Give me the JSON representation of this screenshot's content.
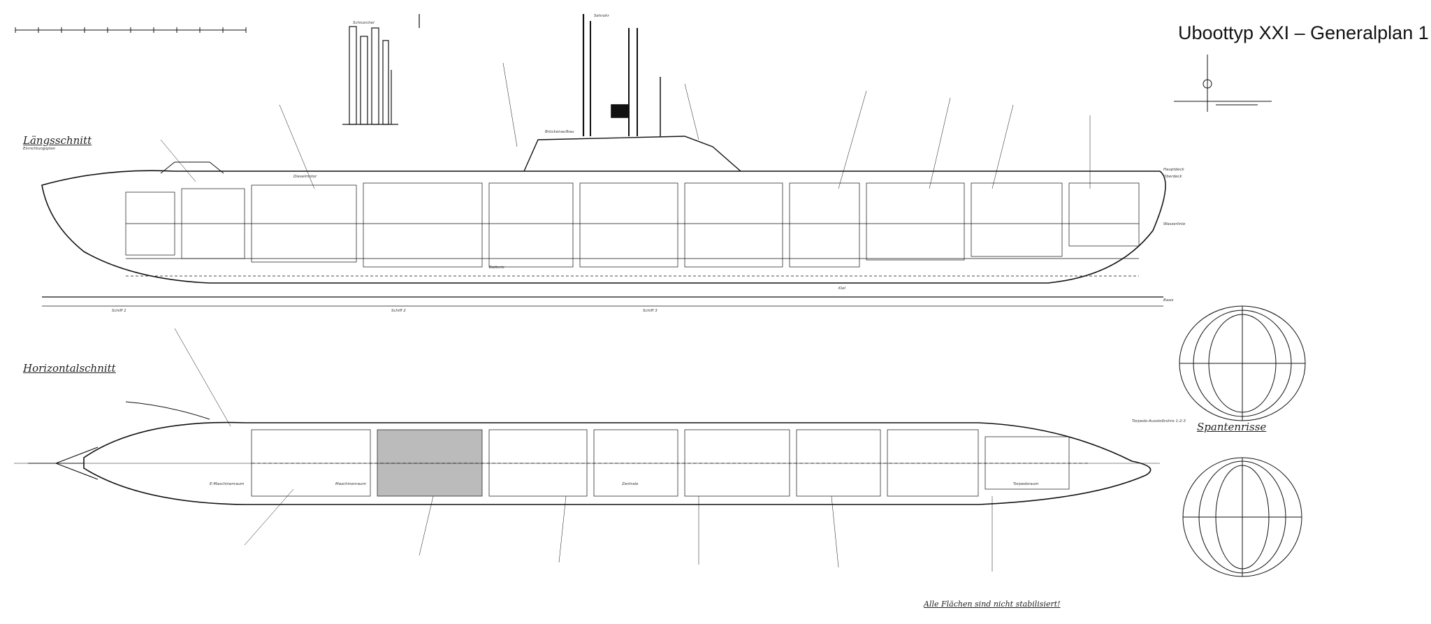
{
  "title": "Uboottyp XXI – Generalplan 1",
  "section_labels": {
    "longitudinal": "Längsschnitt",
    "horizontal": "Horizontalschnitt",
    "frames": "Spantenrisse"
  },
  "bottom_note": "Alle Flächen sind nicht stabilisiert!",
  "small_labels": [
    "Einrichtungsplan",
    "Oberdeck",
    "Basis",
    "Wasserlinie",
    "Schiff 1",
    "Schiff 2",
    "Schiff 3",
    "Torpedo-Ausstoßrohre 1-2-3",
    "Torpedoraum",
    "Zentrale",
    "Maschinenraum",
    "E-Maschinenraum",
    "Batterie",
    "Brückenaufbau",
    "Kiel",
    "Hauptdeck",
    "Dieselmotor",
    "Schnorchel",
    "Sehrohr"
  ]
}
